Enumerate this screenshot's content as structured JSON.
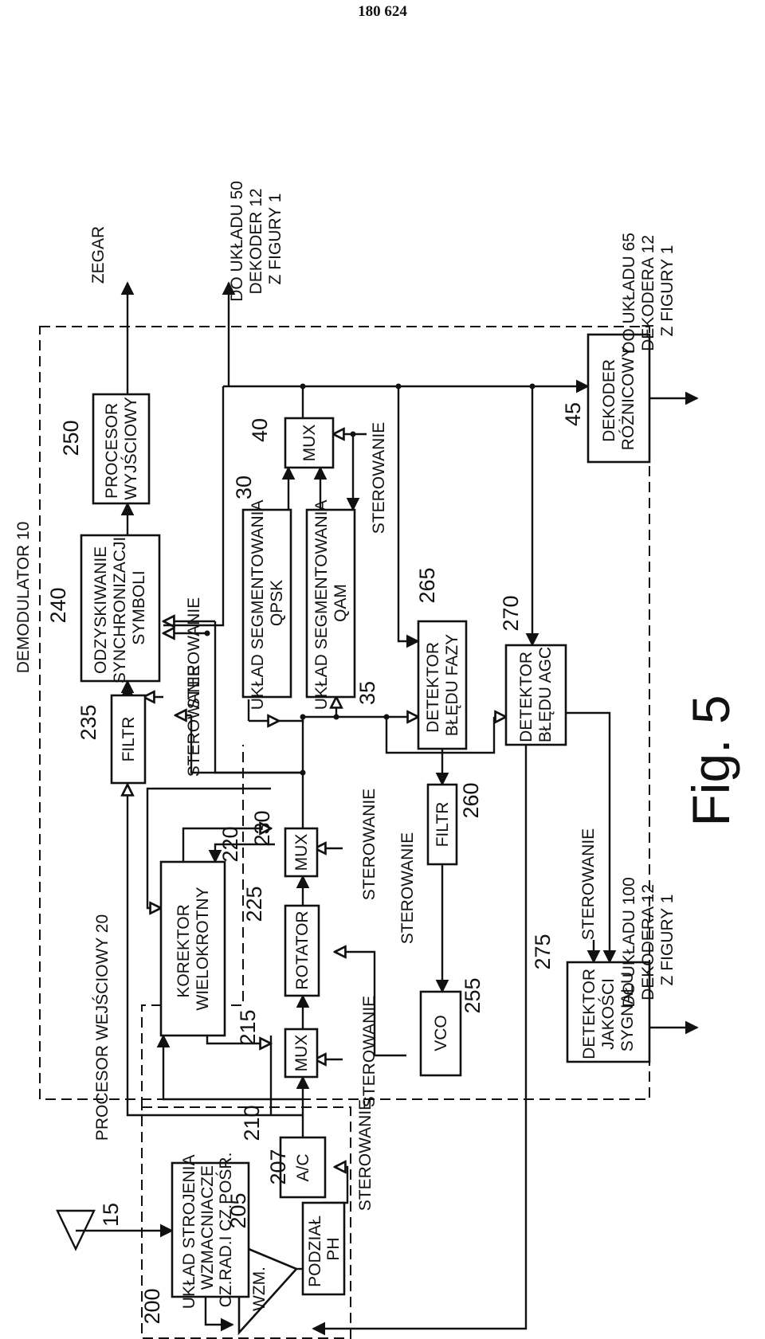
{
  "page_number": "180 624",
  "figure_label": "Fig. 5",
  "groups": {
    "demodulator": "DEMODULATOR 10",
    "input_processor": "PROCESOR WEJŚCIOWY 20"
  },
  "blocks": {
    "antenna_num": "15",
    "tuner": {
      "num": "200",
      "lines": [
        "UKŁAD STROJENIA",
        "I WZMACNIACZE",
        "CZ.RAD.I CZ.POŚR."
      ]
    },
    "amplifier": {
      "num": "205",
      "label": "WZM."
    },
    "divider": {
      "num": "207",
      "lines": [
        "PODZIAŁ",
        "PH"
      ]
    },
    "adc": {
      "num": "210",
      "label": "A/C"
    },
    "mux1": {
      "num": "215",
      "label": "MUX"
    },
    "equalizer": {
      "num": "220",
      "lines": [
        "KOREKTOR",
        "WIELOKROTNY"
      ]
    },
    "rotator": {
      "num": "225",
      "label": "ROTATOR"
    },
    "mux2": {
      "num": "230",
      "label": "MUX"
    },
    "filter1": {
      "num": "235",
      "label": "FILTR"
    },
    "symbol_sync": {
      "num": "240",
      "lines": [
        "ODZYSKIWANIE",
        "SYNCHRONIZACJI",
        "SYMBOLI"
      ]
    },
    "output_proc": {
      "num": "250",
      "lines": [
        "PROCESOR",
        "WYJŚCIOWY"
      ]
    },
    "vco": {
      "num": "255",
      "label": "VCO"
    },
    "filter2": {
      "num": "260",
      "label": "FILTR"
    },
    "phase_det": {
      "num": "265",
      "lines": [
        "DETEKTOR",
        "BŁĘDU FAZY"
      ]
    },
    "agc_det": {
      "num": "270",
      "lines": [
        "DETEKTOR",
        "BŁĘDU AGC"
      ]
    },
    "quality_det": {
      "num": "275",
      "lines": [
        "DETEKTOR",
        "JAKOŚCI",
        "SYGNAŁU"
      ]
    },
    "qpsk": {
      "num": "30",
      "lines": [
        "UKŁAD SEGMENTOWANIA",
        "QPSK"
      ]
    },
    "qam": {
      "num": "35",
      "lines": [
        "UKŁAD SEGMENTOWANIA",
        "QAM"
      ]
    },
    "mux3": {
      "num": "40",
      "label": "MUX"
    },
    "diff_decoder": {
      "num": "45",
      "lines": [
        "DEKODER",
        "RÓŻNICOWY"
      ]
    }
  },
  "control_label": "STEROWANIE",
  "outputs": {
    "clock": "ZEGAR",
    "to50": [
      "DO UKŁADU 50",
      "DEKODER 12",
      "Z FIGURY 1"
    ],
    "to65": [
      "DO UKŁADU 65",
      "DEKODERA 12",
      "Z FIGURY 1"
    ],
    "to100": [
      "DO UKŁADU 100",
      "DEKODERA 12",
      "Z FIGURY 1"
    ]
  }
}
